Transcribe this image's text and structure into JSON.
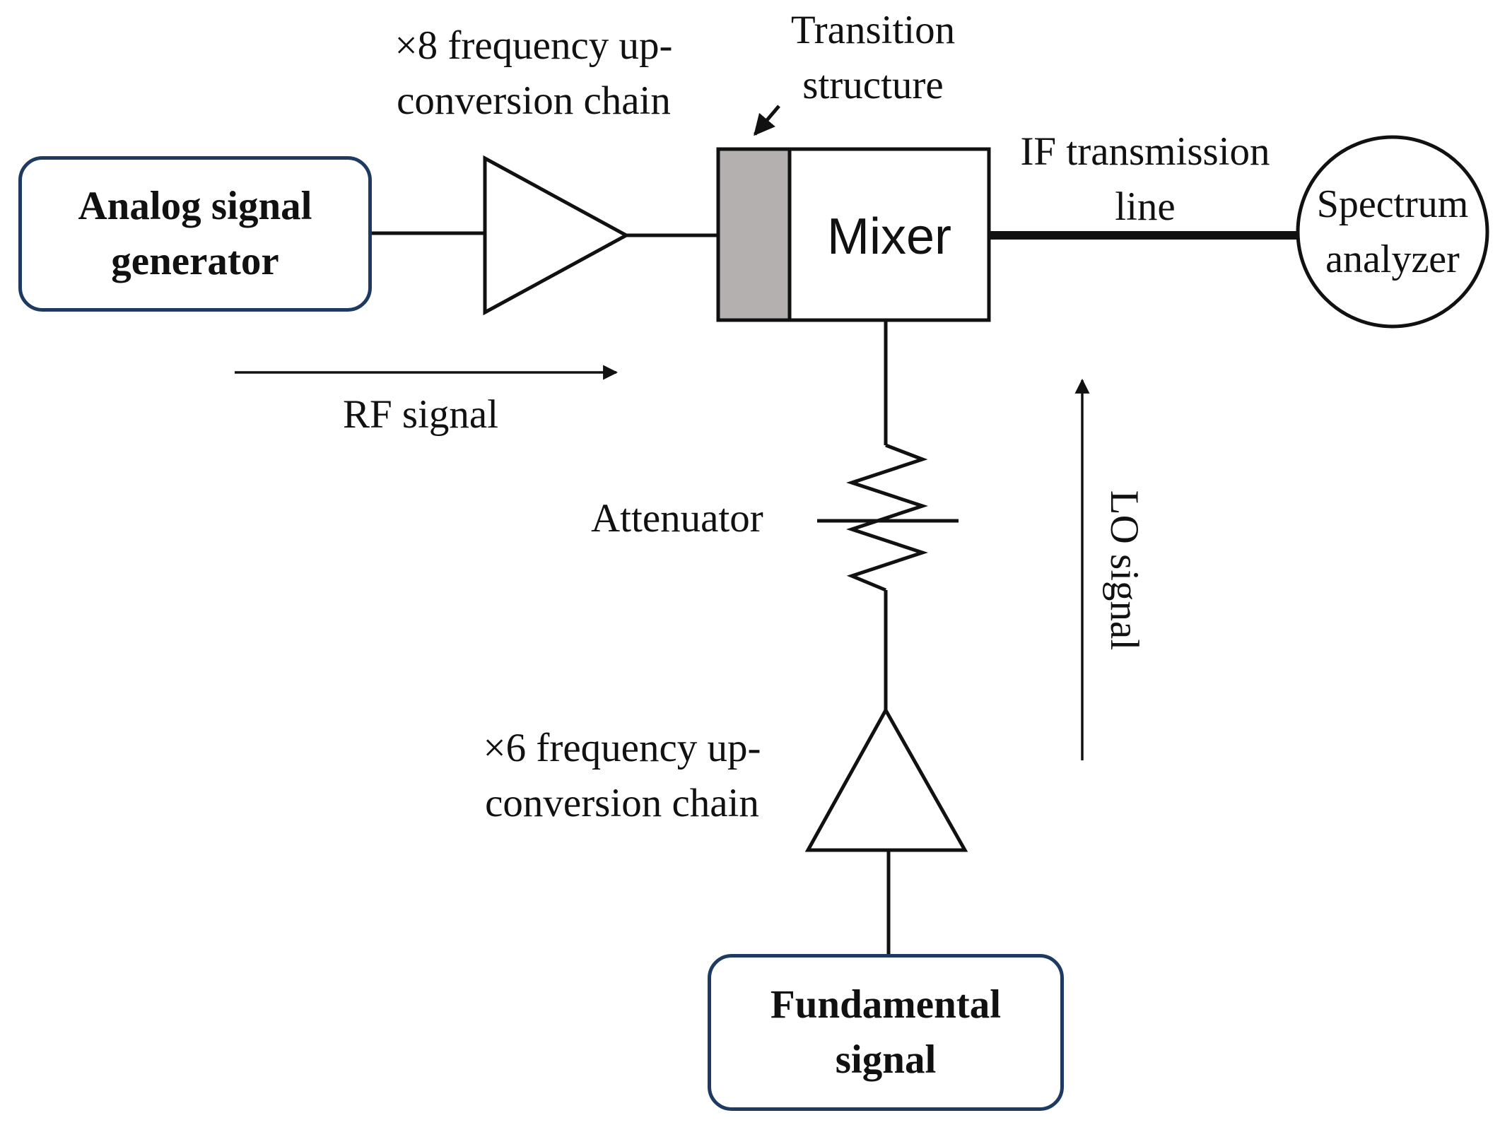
{
  "diagram": {
    "blocks": {
      "analog_generator": {
        "lines": [
          "Analog signal",
          "generator"
        ]
      },
      "fundamental_signal": {
        "lines": [
          "Fundamental",
          "signal"
        ]
      },
      "mixer": {
        "label": "Mixer"
      },
      "spectrum_analyzer": {
        "lines": [
          "Spectrum",
          "analyzer"
        ]
      }
    },
    "labels": {
      "x8_chain": [
        "×8 frequency up-",
        "conversion chain"
      ],
      "transition": [
        "Transition",
        "structure"
      ],
      "if_line": [
        "IF transmission",
        "line"
      ],
      "rf_signal": "RF signal",
      "attenuator": "Attenuator",
      "lo_signal": "LO signal",
      "x6_chain": [
        "×6 frequency up-",
        "conversion chain"
      ]
    },
    "colors": {
      "block_border": "#1f3a60",
      "line": "#111111",
      "transition_fill": "#b4b0b0"
    }
  }
}
